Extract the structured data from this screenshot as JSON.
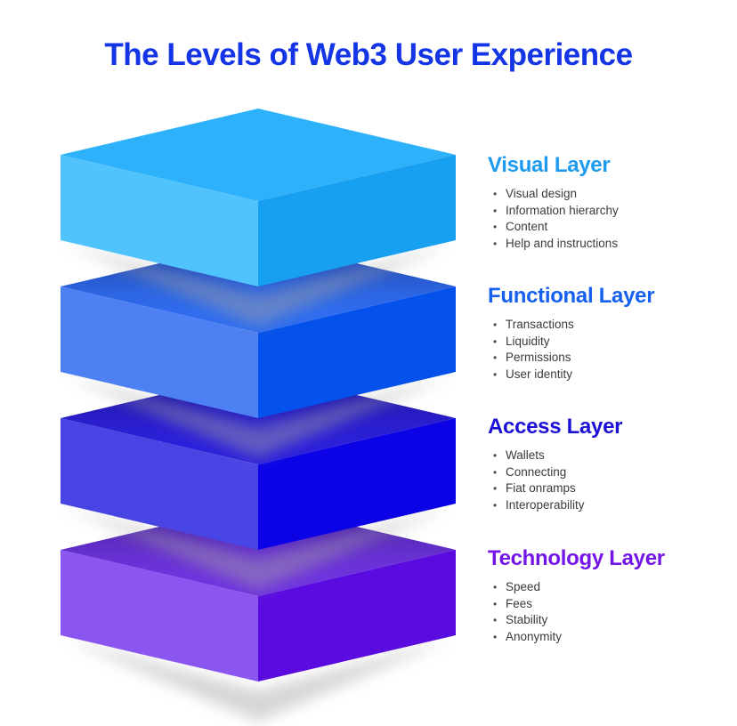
{
  "title": "The Levels of Web3 User Experience",
  "title_color": "#1435e6",
  "background_color": "#ffffff",
  "bullet_text_color": "#3b3b3b",
  "layers": [
    {
      "name": "Visual Layer",
      "heading_color": "#1e9bf1",
      "items": [
        "Visual design",
        "Information hierarchy",
        "Content",
        "Help and instructions"
      ],
      "face_top": "#2cb1fa",
      "face_left": "#50c3fc",
      "face_right": "#179ff0"
    },
    {
      "name": "Functional Layer",
      "heading_color": "#1560f0",
      "items": [
        "Transactions",
        "Liquidity",
        "Permissions",
        "User identity"
      ],
      "face_top": "#2f6cee",
      "face_left": "#4d80f2",
      "face_right": "#0551ec"
    },
    {
      "name": "Access Layer",
      "heading_color": "#1c10d6",
      "items": [
        "Wallets",
        "Connecting",
        "Fiat onramps",
        "Interoperability"
      ],
      "face_top": "#2c20da",
      "face_left": "#4845e4",
      "face_right": "#0b03e6"
    },
    {
      "name": "Technology Layer",
      "heading_color": "#7315e6",
      "items": [
        "Speed",
        "Fees",
        "Stability",
        "Anonymity"
      ],
      "face_top": "#6e34dd",
      "face_left": "#8b55ef",
      "face_right": "#5a0ce0"
    }
  ]
}
